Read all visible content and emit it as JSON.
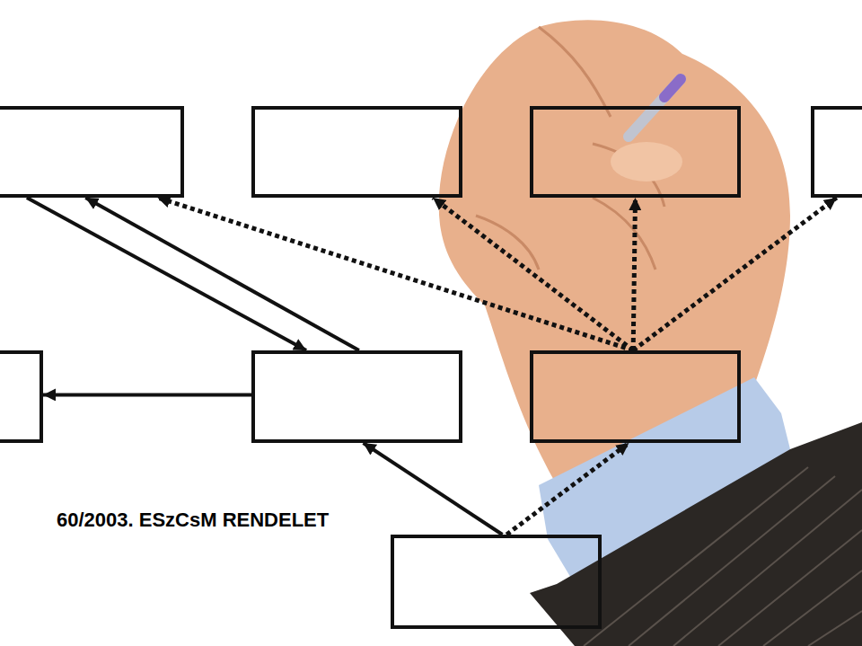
{
  "diagram": {
    "title": "60/2003. ESzCsM RENDELET",
    "nodes": [
      {
        "text": []
      },
      {
        "text": []
      },
      {
        "text": []
      },
      {
        "text": []
      },
      {
        "text": []
      },
      {
        "text": []
      },
      {
        "text": []
      },
      {
        "text": []
      }
    ],
    "edges": [
      {
        "from": 0,
        "to": 5,
        "arrow": "to"
      },
      {
        "from": 5,
        "to": 0,
        "arrow": "to"
      },
      {
        "from": 6,
        "to": 0,
        "arrow": "to"
      },
      {
        "from": 6,
        "to": 1,
        "arrow": "to"
      },
      {
        "from": 6,
        "to": 2,
        "arrow": "to"
      },
      {
        "from": 6,
        "to": 3,
        "arrow": "to"
      },
      {
        "from": 5,
        "to": 4,
        "arrow": "to"
      },
      {
        "from": 7,
        "to": 5,
        "arrow": "to"
      },
      {
        "from": 7,
        "to": 6,
        "arrow": "to"
      }
    ]
  }
}
